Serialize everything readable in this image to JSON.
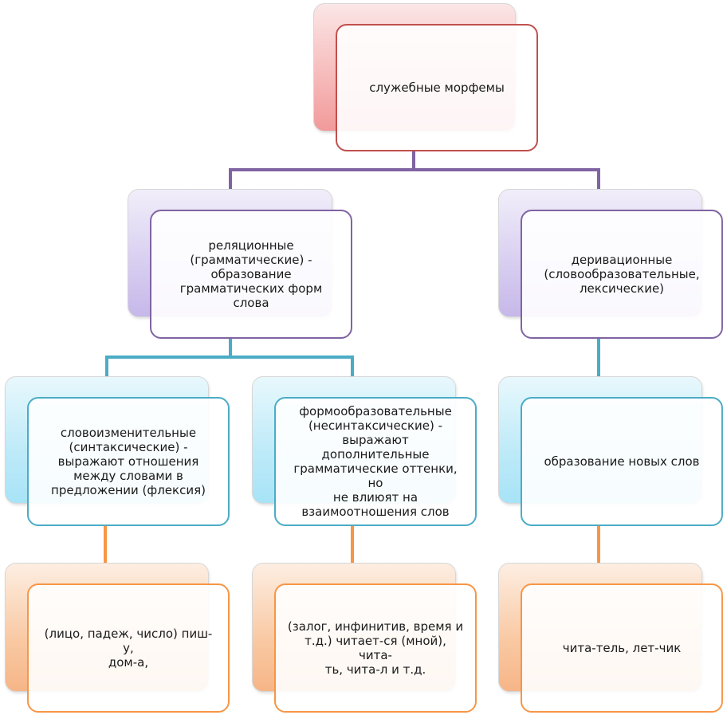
{
  "diagram": {
    "root": {
      "label": "служебные морфемы"
    },
    "relational": {
      "label": "реляционные\n(грамматические) -\nобразование\nграмматических форм слова"
    },
    "derivational": {
      "label": "деривационные\n(словообразовательные,\nлексические)"
    },
    "inflectional": {
      "label": "словоизменительные\n(синтаксические) -\nвыражают отношения\nмежду словами в\nпредложении (флексия)"
    },
    "formative": {
      "label": "формообразовательные\n(несинтаксические) -\nвыражают дополнительные\nграмматические оттенки, но\nне влиюят на\nвзаимоотношения слов"
    },
    "new_words": {
      "label": "образование новых слов"
    },
    "example_inflectional": {
      "label": "(лицо, падеж, число) пиш-у,\nдом-а,"
    },
    "example_formative": {
      "label": "(залог, инфинитив, время и\nт.д.) читает-ся (мной), чита-\nть, чита-л и т.д."
    },
    "example_derivational": {
      "label": "чита-тель, лет-чик"
    }
  },
  "colors": {
    "pink": "#c0504d",
    "purple": "#8064a2",
    "teal": "#4bacc6",
    "orange": "#f79646"
  }
}
